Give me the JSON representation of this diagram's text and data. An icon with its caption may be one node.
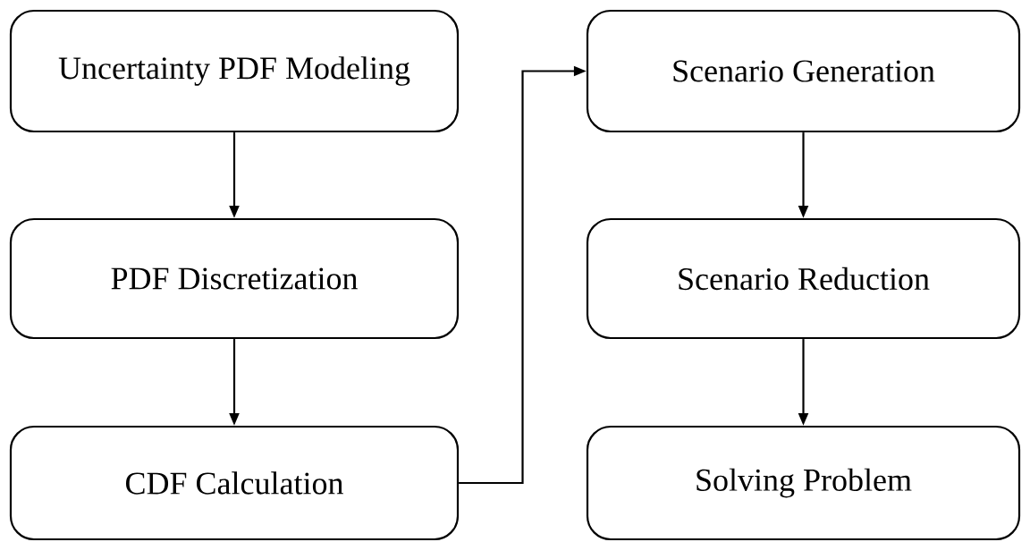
{
  "diagram": {
    "nodes": [
      {
        "text": [
          "Uncertainty PDF Modeling"
        ]
      },
      {
        "text": [
          "PDF Discretization"
        ]
      },
      {
        "text": [
          "CDF Calculation"
        ]
      },
      {
        "text": [
          "Scenario Generation"
        ]
      },
      {
        "text": [
          "Scenario Reduction"
        ]
      },
      {
        "text": [
          "Solving Problem"
        ]
      }
    ],
    "edges": [
      {
        "from": 0,
        "to": 1,
        "arrow": "to"
      },
      {
        "from": 1,
        "to": 2,
        "arrow": "to"
      },
      {
        "from": 2,
        "to": 3,
        "arrow": "to"
      },
      {
        "from": 3,
        "to": 4,
        "arrow": "to"
      },
      {
        "from": 4,
        "to": 5,
        "arrow": "to"
      }
    ]
  }
}
